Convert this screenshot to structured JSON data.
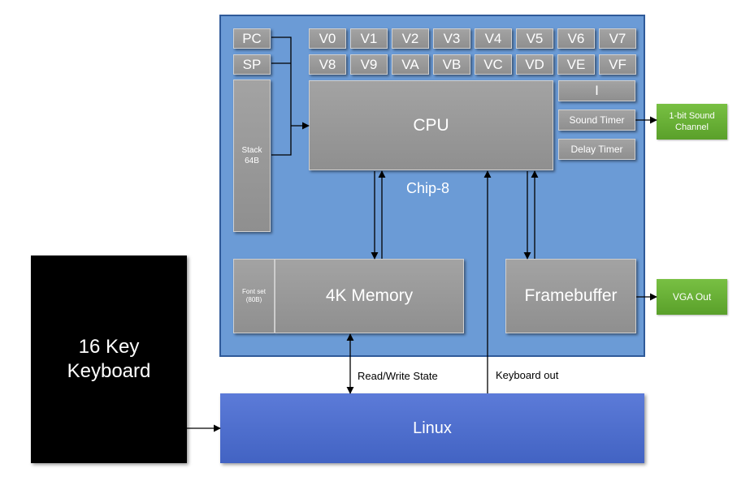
{
  "chip": {
    "title": "Chip-8"
  },
  "registers": {
    "pc": "PC",
    "sp": "SP",
    "general": [
      "V0",
      "V1",
      "V2",
      "V3",
      "V4",
      "V5",
      "V6",
      "V7",
      "V8",
      "V9",
      "VA",
      "VB",
      "VC",
      "VD",
      "VE",
      "VF"
    ],
    "index": "I"
  },
  "stack": {
    "line1": "Stack",
    "line2": "64B"
  },
  "cpu": {
    "label": "CPU"
  },
  "timers": {
    "sound": "Sound Timer",
    "delay": "Delay Timer"
  },
  "memory": {
    "label": "4K Memory",
    "font_line1": "Font set",
    "font_line2": "(80B)"
  },
  "framebuffer": {
    "label": "Framebuffer"
  },
  "outputs": {
    "sound_line1": "1-bit Sound",
    "sound_line2": "Channel",
    "vga": "VGA Out"
  },
  "keyboard": {
    "line1": "16 Key",
    "line2": "Keyboard"
  },
  "linux": {
    "label": "Linux"
  },
  "edges": {
    "read_write": "Read/Write State",
    "keyboard_out": "Keyboard out"
  }
}
